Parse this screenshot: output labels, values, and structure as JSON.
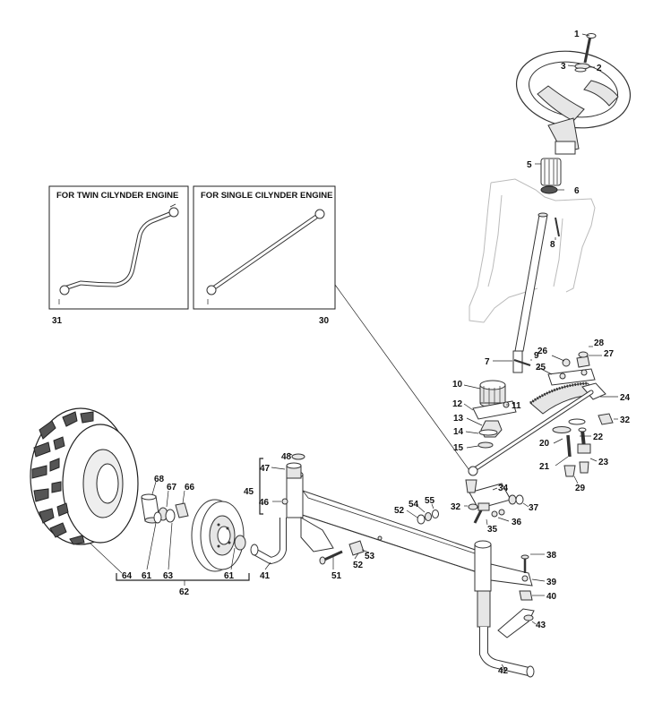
{
  "insets": {
    "twin": {
      "title": "FOR TWIN CILYNDER ENGINE",
      "part": "31"
    },
    "single": {
      "title": "FOR SINGLE CILYNDER ENGINE",
      "part": "30"
    }
  },
  "labels": {
    "p1": "1",
    "p2": "2",
    "p3": "3",
    "p5": "5",
    "p6": "6",
    "p7": "7",
    "p8": "8",
    "p9": "9",
    "p10": "10",
    "p11": "11",
    "p12": "12",
    "p13": "13",
    "p14": "14",
    "p15": "15",
    "p20": "20",
    "p21": "21",
    "p22": "22",
    "p23": "23",
    "p24": "24",
    "p25": "25",
    "p26": "26",
    "p27": "27",
    "p28": "28",
    "p29": "29",
    "p32a": "32",
    "p32b": "32",
    "p34": "34",
    "p35": "35",
    "p36": "36",
    "p37": "37",
    "p38": "38",
    "p39": "39",
    "p40": "40",
    "p41": "41",
    "p42": "42",
    "p43": "43",
    "p45": "45",
    "p46": "46",
    "p47": "47",
    "p48": "48",
    "p51": "51",
    "p52a": "52",
    "p52b": "52",
    "p53": "53",
    "p54": "54",
    "p55": "55",
    "p61a": "61",
    "p61b": "61",
    "p62": "62",
    "p63": "63",
    "p64": "64",
    "p66": "66",
    "p67": "67",
    "p68": "68"
  }
}
